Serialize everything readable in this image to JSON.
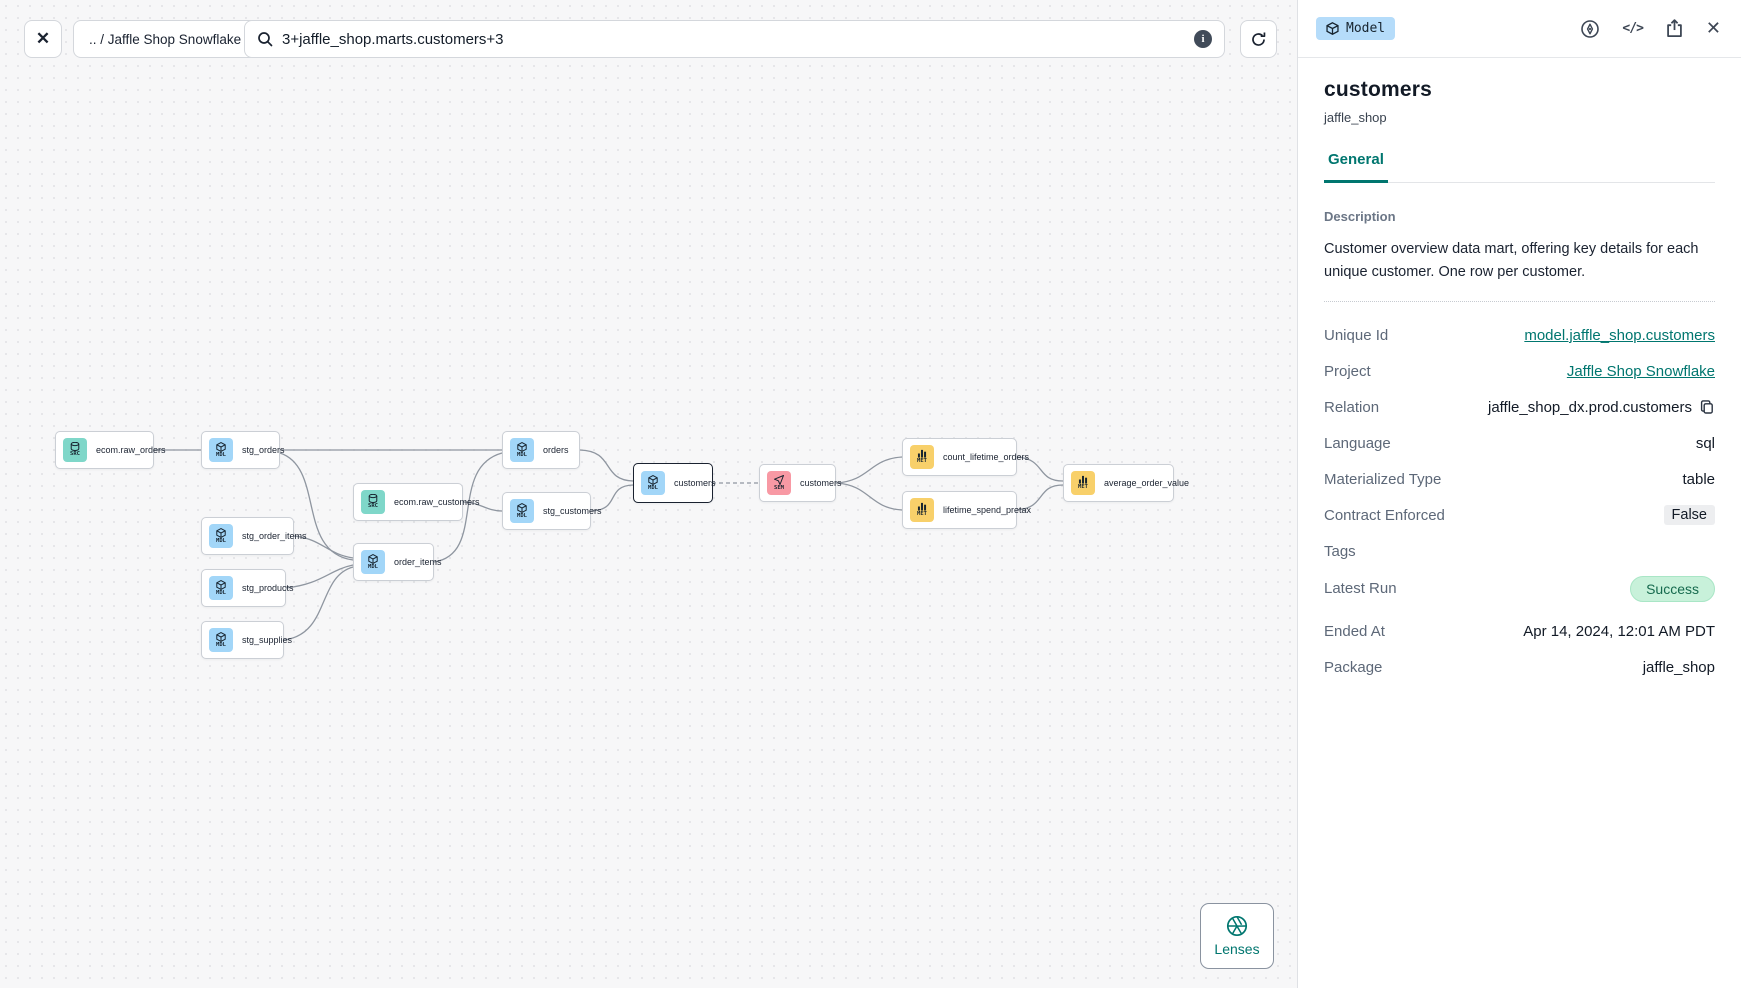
{
  "toolbar": {
    "breadcrumb": ".. / Jaffle Shop Snowflake",
    "search_value": "3+jaffle_shop.marts.customers+3"
  },
  "icons": {
    "close": "✕",
    "code": "</>",
    "info": "i",
    "panel_close": "✕"
  },
  "graph": {
    "lenses_label": "Lenses",
    "nodes": [
      {
        "label": "ecom.raw_orders",
        "badge": "SRC",
        "type": "source"
      },
      {
        "label": "stg_orders",
        "badge": "MDL",
        "type": "model"
      },
      {
        "label": "stg_order_items",
        "badge": "MDL",
        "type": "model"
      },
      {
        "label": "stg_products",
        "badge": "MDL",
        "type": "model"
      },
      {
        "label": "stg_supplies",
        "badge": "MDL",
        "type": "model"
      },
      {
        "label": "ecom.raw_customers",
        "badge": "SRC",
        "type": "source"
      },
      {
        "label": "order_items",
        "badge": "MDL",
        "type": "model"
      },
      {
        "label": "orders",
        "badge": "MDL",
        "type": "model"
      },
      {
        "label": "stg_customers",
        "badge": "MDL",
        "type": "model"
      },
      {
        "label": "customers",
        "badge": "MDL",
        "type": "model",
        "selected": true
      },
      {
        "label": "customers",
        "badge": "SEM",
        "type": "semantic_model"
      },
      {
        "label": "count_lifetime_orders",
        "badge": "MET",
        "type": "metric"
      },
      {
        "label": "lifetime_spend_pretax",
        "badge": "MET",
        "type": "metric"
      },
      {
        "label": "average_order_value",
        "badge": "MET",
        "type": "metric"
      }
    ]
  },
  "panel": {
    "badge": "Model",
    "title": "customers",
    "subtitle": "jaffle_shop",
    "tabs": [
      {
        "label": "General"
      }
    ],
    "description_label": "Description",
    "description": "Customer overview data mart, offering key details for each unique customer. One row per customer.",
    "fields": [
      {
        "label": "Unique Id",
        "value": "model.jaffle_shop.customers"
      },
      {
        "label": "Project",
        "value": "Jaffle Shop Snowflake"
      },
      {
        "label": "Relation",
        "value": "jaffle_shop_dx.prod.customers"
      },
      {
        "label": "Language",
        "value": "sql"
      },
      {
        "label": "Materialized Type",
        "value": "table"
      },
      {
        "label": "Contract Enforced",
        "value": "False"
      },
      {
        "label": "Tags",
        "value": ""
      },
      {
        "label": "Latest Run",
        "value": "Success"
      },
      {
        "label": "Ended At",
        "value": "Apr 14, 2024, 12:01 AM PDT"
      },
      {
        "label": "Package",
        "value": "jaffle_shop"
      }
    ]
  },
  "colors": {
    "accent_teal": "#00766f",
    "model_badge_bg": "#b5dcfa",
    "source_badge_bg": "#7fd7c9",
    "semantic_badge_bg": "#f899a4",
    "metric_badge_bg": "#f8d06a",
    "success_bg": "#c8f1da",
    "success_text": "#166a4e"
  }
}
